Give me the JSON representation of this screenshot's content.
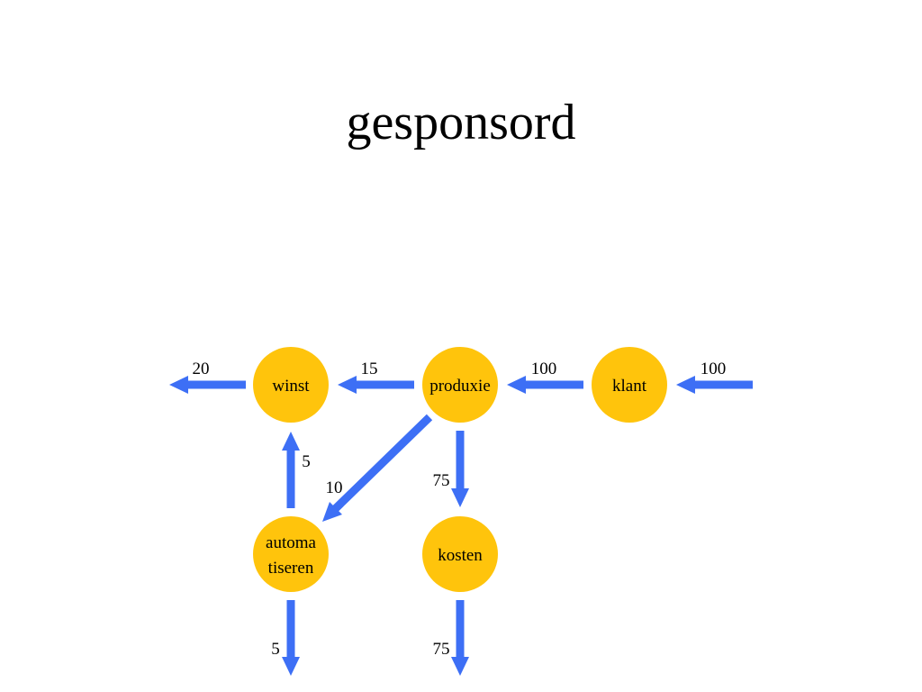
{
  "title": "gesponsord",
  "colors": {
    "node_fill": "#FFC40C",
    "arrow": "#3D6FF5",
    "text": "#000000",
    "background": "#FFFFFF"
  },
  "nodes": {
    "winst": {
      "lines": [
        "winst"
      ]
    },
    "produxie": {
      "lines": [
        "produxie"
      ]
    },
    "klant": {
      "lines": [
        "klant"
      ]
    },
    "automatiseren": {
      "lines": [
        "automa",
        "tiseren"
      ]
    },
    "kosten": {
      "lines": [
        "kosten"
      ]
    }
  },
  "flows": {
    "in_klant": {
      "from": "",
      "to": "klant",
      "value": "100"
    },
    "klant_produxie": {
      "from": "klant",
      "to": "produxie",
      "value": "100"
    },
    "produxie_winst": {
      "from": "produxie",
      "to": "winst",
      "value": "15"
    },
    "winst_out": {
      "from": "winst",
      "to": "",
      "value": "20"
    },
    "produxie_automatiseren": {
      "from": "produxie",
      "to": "automatiseren",
      "value": "10"
    },
    "produxie_kosten": {
      "from": "produxie",
      "to": "kosten",
      "value": "75"
    },
    "automatiseren_winst": {
      "from": "automatiseren",
      "to": "winst",
      "value": "5"
    },
    "automatiseren_out": {
      "from": "automatiseren",
      "to": "",
      "value": "5"
    },
    "kosten_out": {
      "from": "kosten",
      "to": "",
      "value": "75"
    }
  }
}
